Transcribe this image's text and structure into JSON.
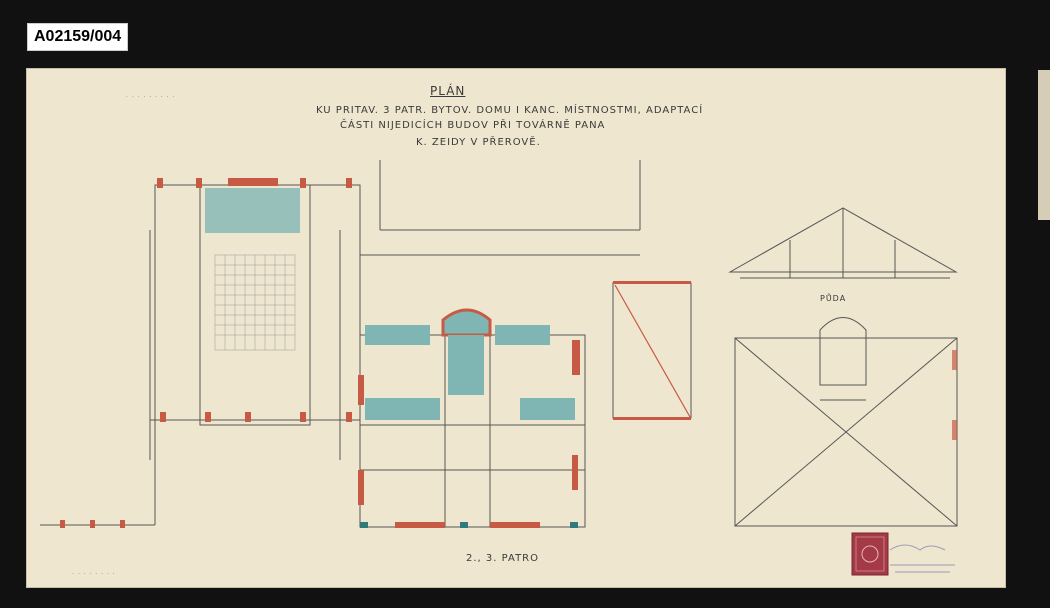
{
  "archive_badge": "A02159/004",
  "title": {
    "heading": "PLÁN",
    "line1": "KU PRITAV. 3 PATR. BYTOV. DOMU I KANC. MÍSTNOSTMI, ADAPTACÍ",
    "line2": "ČÁSTI NIJEDICÍCH BUDOV PŘI TOVÁRNĚ PANA",
    "line3": "K. ZEIDY V PŘEROVĚ."
  },
  "labels": {
    "attic": "PŮDA",
    "floor_label": "2., 3. PATRO"
  },
  "colors": {
    "paper": "#efe6cf",
    "wall_red": "#c65a45",
    "glass_blue": "#7fb6b3",
    "ink": "#555555"
  }
}
